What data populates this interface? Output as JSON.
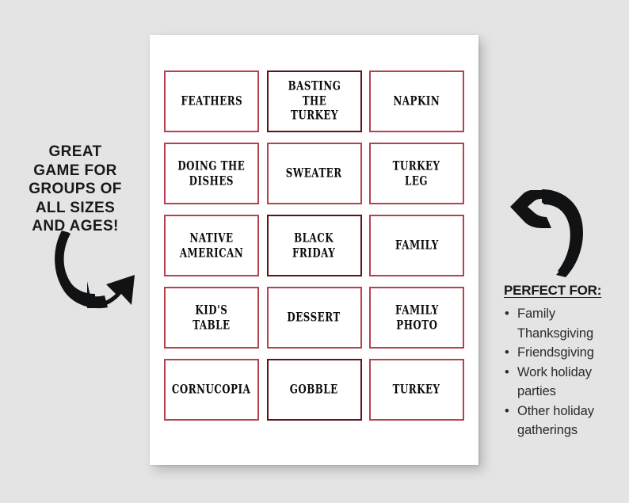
{
  "background_color": "#e4e4e4",
  "left_panel": {
    "headline": "GREAT\nGAME FOR\nGROUPS OF\nALL SIZES\nAND AGES!",
    "arrow_icon": "curved-arrow-down-right-icon"
  },
  "right_panel": {
    "arrow_icon": "curved-arrow-up-left-icon",
    "heading": "PERFECT FOR:",
    "bullet_char": "•",
    "items": [
      "Family Thanksgiving",
      "Friendsgiving",
      "Work holiday parties",
      "Other holiday gatherings"
    ]
  },
  "paper": {
    "background_color": "#ffffff",
    "card_border_light": "#b5424c",
    "card_border_dark": "#5c1418",
    "columns": 3,
    "rows": 5,
    "cards": [
      {
        "label": "FEATHERS",
        "style": "light"
      },
      {
        "label": "BASTING\nTHE TURKEY",
        "style": "dark"
      },
      {
        "label": "NAPKIN",
        "style": "light"
      },
      {
        "label": "DOING THE\nDISHES",
        "style": "light"
      },
      {
        "label": "SWEATER",
        "style": "light"
      },
      {
        "label": "TURKEY\nLEG",
        "style": "light"
      },
      {
        "label": "NATIVE\nAMERICAN",
        "style": "light"
      },
      {
        "label": "BLACK\nFRIDAY",
        "style": "dark"
      },
      {
        "label": "FAMILY",
        "style": "light"
      },
      {
        "label": "KID'S\nTABLE",
        "style": "light"
      },
      {
        "label": "DESSERT",
        "style": "light"
      },
      {
        "label": "FAMILY\nPHOTO",
        "style": "light"
      },
      {
        "label": "CORNUCOPIA",
        "style": "light"
      },
      {
        "label": "GOBBLE",
        "style": "dark"
      },
      {
        "label": "TURKEY",
        "style": "light"
      }
    ]
  }
}
